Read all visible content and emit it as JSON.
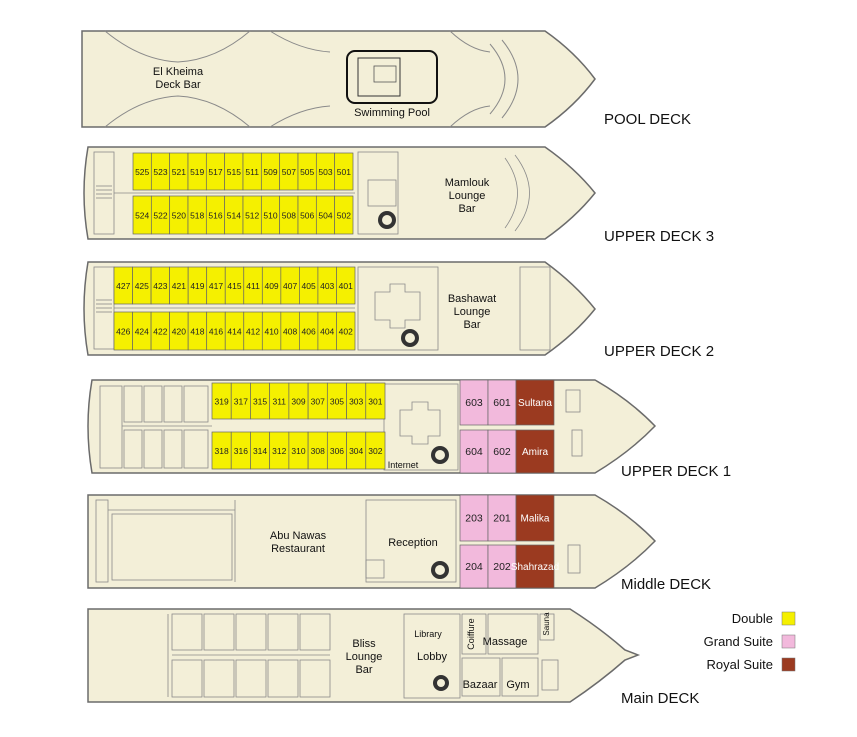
{
  "colors": {
    "hull": "#f3efd8",
    "outline": "#6b6b6b",
    "double": "#f5f000",
    "grand_suite": "#f2b9dc",
    "royal_suite": "#9b3a20"
  },
  "decks": [
    {
      "name": "POOL DECK",
      "areas": [
        {
          "label": "El Kheima"
        },
        {
          "label": "Deck Bar"
        },
        {
          "label": "Swimming Pool"
        }
      ]
    },
    {
      "name": "UPPER DECK 3",
      "cabins_top": [
        "525",
        "523",
        "521",
        "519",
        "517",
        "515",
        "511",
        "509",
        "507",
        "505",
        "503",
        "501"
      ],
      "cabins_bottom": [
        "524",
        "522",
        "520",
        "518",
        "516",
        "514",
        "512",
        "510",
        "508",
        "506",
        "504",
        "502"
      ],
      "areas": [
        {
          "label": "Mamlouk"
        },
        {
          "label": "Lounge"
        },
        {
          "label": "Bar"
        }
      ]
    },
    {
      "name": "UPPER DECK 2",
      "cabins_top": [
        "427",
        "425",
        "423",
        "421",
        "419",
        "417",
        "415",
        "411",
        "409",
        "407",
        "405",
        "403",
        "401"
      ],
      "cabins_bottom": [
        "426",
        "424",
        "422",
        "420",
        "418",
        "416",
        "414",
        "412",
        "410",
        "408",
        "406",
        "404",
        "402"
      ],
      "areas": [
        {
          "label": "Bashawat"
        },
        {
          "label": "Lounge"
        },
        {
          "label": "Bar"
        }
      ]
    },
    {
      "name": "UPPER DECK 1",
      "cabins_top": [
        "319",
        "317",
        "315",
        "311",
        "309",
        "307",
        "305",
        "303",
        "301"
      ],
      "cabins_bottom": [
        "318",
        "316",
        "314",
        "312",
        "310",
        "308",
        "306",
        "304",
        "302"
      ],
      "suites_top": [
        "603",
        "601"
      ],
      "suites_bottom": [
        "604",
        "602"
      ],
      "royal_top": "Sultana",
      "royal_bottom": "Amira",
      "areas": [
        {
          "label": "Internet"
        }
      ]
    },
    {
      "name": "Middle DECK",
      "suites_top": [
        "203",
        "201"
      ],
      "suites_bottom": [
        "204",
        "202"
      ],
      "royal_top": "Malika",
      "royal_bottom": "Shahrazad",
      "areas": [
        {
          "label": "Abu Nawas"
        },
        {
          "label": "Restaurant"
        },
        {
          "label": "Reception"
        }
      ]
    },
    {
      "name": "Main DECK",
      "areas": [
        {
          "label": "Bliss"
        },
        {
          "label": "Lounge"
        },
        {
          "label": "Bar"
        },
        {
          "label": "Library"
        },
        {
          "label": "Lobby"
        },
        {
          "label": "Coiffure"
        },
        {
          "label": "Massage"
        },
        {
          "label": "Sauna"
        },
        {
          "label": "Bazaar"
        },
        {
          "label": "Gym"
        }
      ]
    }
  ],
  "legend": [
    {
      "label": "Double",
      "color": "#f5f000"
    },
    {
      "label": "Grand Suite",
      "color": "#f2b9dc"
    },
    {
      "label": "Royal Suite",
      "color": "#9b3a20"
    }
  ]
}
